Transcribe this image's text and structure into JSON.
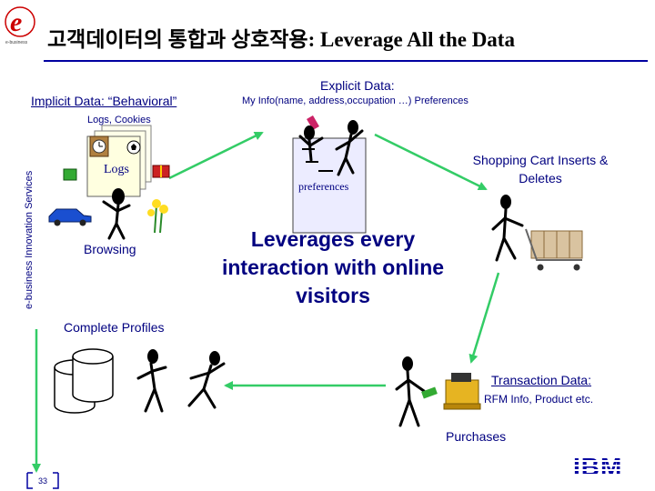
{
  "header": {
    "title": "고객데이터의 통합과 상호작용: Leverage All the Data",
    "logo_tagline": "e-business"
  },
  "sidebar": {
    "label": "e-business Innovation Services"
  },
  "implicit": {
    "heading": "Implicit Data: “Behavioral”",
    "logs_cookies": "Logs, Cookies",
    "logs_card": "Logs",
    "browsing": "Browsing"
  },
  "explicit": {
    "heading": "Explicit Data:",
    "my_info": "My Info(name, address,occupation …)  Preferences",
    "preferences_card": "preferences"
  },
  "shopping": {
    "label": "Shopping Cart Inserts & Deletes"
  },
  "center": {
    "message": "Leverages every interaction with online visitors"
  },
  "profiles": {
    "label": "Complete Profiles"
  },
  "transaction": {
    "heading": "Transaction Data:",
    "detail": "RFM Info, Product etc.",
    "purchases": "Purchases"
  },
  "footer": {
    "page_number": "33",
    "brand": "IBM"
  },
  "colors": {
    "text": "#000080",
    "arrow": "#33cc66",
    "rule": "#0000a0",
    "logo": "#cc0000"
  },
  "icons": [
    "e-logo-icon",
    "clock-icon",
    "soccer-ball-icon",
    "gift-icon",
    "car-icon",
    "flower-icon",
    "lipstick-icon",
    "cash-register-icon",
    "shopping-cart-icon",
    "database-icon",
    "stick-figure-icon"
  ]
}
